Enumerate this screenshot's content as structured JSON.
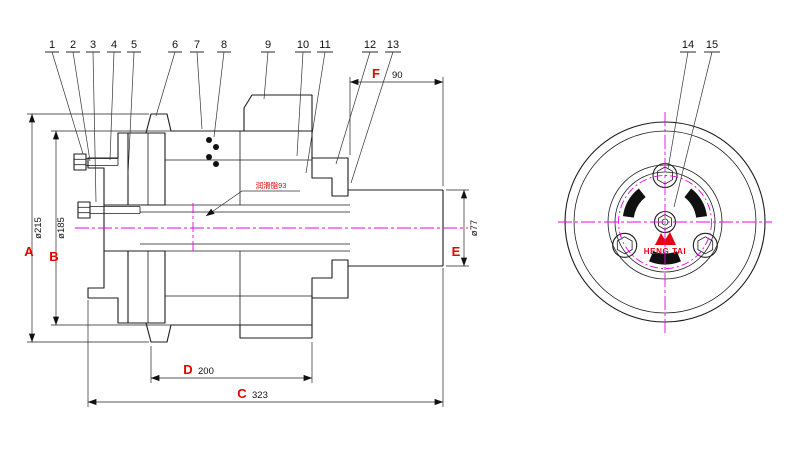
{
  "callouts": {
    "left": [
      "1",
      "2",
      "3",
      "4",
      "5",
      "6",
      "7",
      "8",
      "9",
      "10",
      "11",
      "12",
      "13"
    ],
    "right": [
      "14",
      "15"
    ]
  },
  "dims": {
    "A": {
      "letter": "A",
      "value": "ø215"
    },
    "B": {
      "letter": "B",
      "value": "ø185"
    },
    "C": {
      "letter": "C",
      "value": "323"
    },
    "D": {
      "letter": "D",
      "value": "200"
    },
    "E": {
      "letter": "E",
      "value": "ø77"
    },
    "F": {
      "letter": "F",
      "value": "90"
    }
  },
  "annotations": {
    "grease_note": "润滑脂93"
  },
  "logo": {
    "brand": "HENG TAI"
  },
  "colors": {
    "line": "#1c1c1c",
    "centerline": "#ee00ee",
    "dimension_red": "#e60000",
    "brand_red": "#e60012",
    "hatch": "#444"
  }
}
